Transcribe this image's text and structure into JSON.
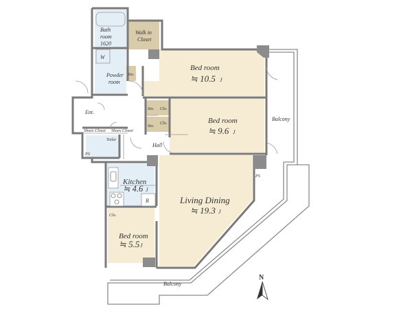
{
  "rooms": {
    "bath": {
      "label1": "Bath",
      "label2": "room",
      "label3": "1620"
    },
    "walk_in_closet": {
      "label1": "Walk in",
      "label2": "Closet"
    },
    "washer": {
      "label": "W"
    },
    "powder": {
      "label1": "Powder",
      "label2": "room"
    },
    "sto_top": {
      "label": "Sto."
    },
    "bedroom1": {
      "label": "Bed room",
      "area": "≒ 10.5",
      "unit": "J"
    },
    "bedroom2": {
      "label": "Bed room",
      "area": "≒ 9.6",
      "unit": "J"
    },
    "bedroom3": {
      "label": "Bed room",
      "area": "≒ 5.5",
      "unit": "J"
    },
    "sto_a": {
      "label": "Sto."
    },
    "clo_a": {
      "label": "Clo."
    },
    "sto_b": {
      "label": "Sto."
    },
    "clo_b": {
      "label": "Clo."
    },
    "entrance": {
      "label": "Ent."
    },
    "shoes1": {
      "label": "Shoes Closet"
    },
    "shoes2": {
      "label": "Shoes Closet"
    },
    "toilet": {
      "label": "Toilet"
    },
    "ps_left": {
      "label": "PS"
    },
    "hall": {
      "label": "Hall"
    },
    "kitchen": {
      "label": "Kitchen",
      "area": "≒ 4.6",
      "unit": "J"
    },
    "fridge": {
      "label": "R"
    },
    "clo_c": {
      "label": "Clo."
    },
    "living": {
      "label": "Living Dining",
      "area": "≒ 19.3",
      "unit": "J"
    },
    "ps_right": {
      "label": "PS"
    },
    "balcony_east": {
      "label": "Balcony"
    },
    "balcony_south": {
      "label": "Balcony"
    }
  },
  "compass": {
    "label": "N"
  },
  "colors": {
    "wood_floor": "#f6ecd3",
    "wet_area": "#e3eef7",
    "closet": "#d9ccaa",
    "wall": "#7a7a7a",
    "column": "#8c8c8c"
  }
}
